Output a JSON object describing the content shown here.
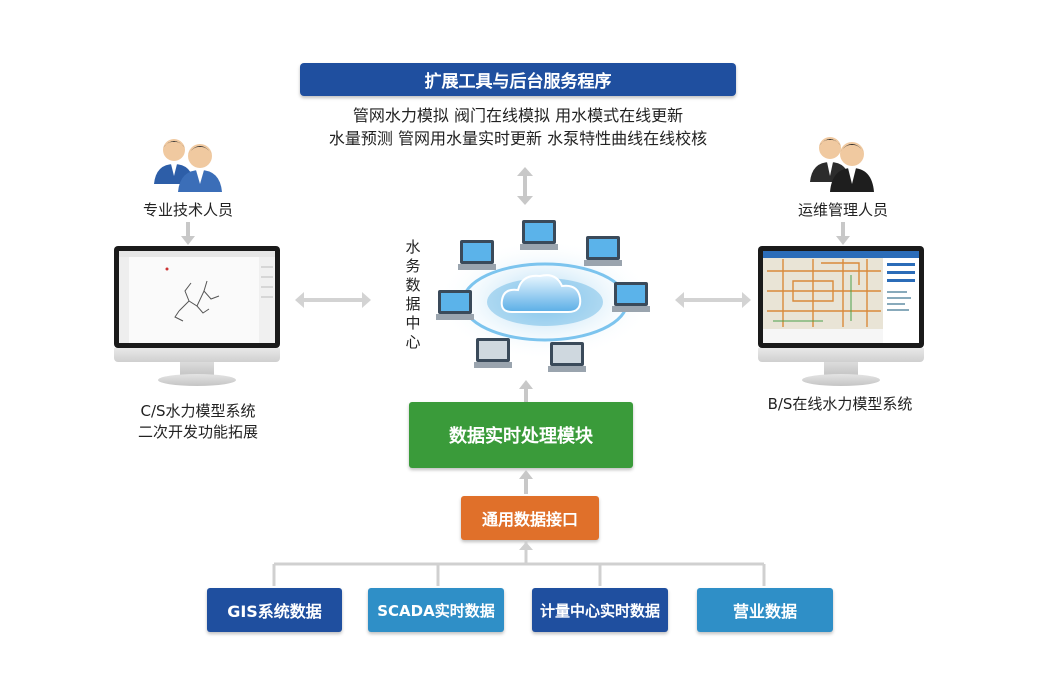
{
  "top_box": {
    "label": "扩展工具与后台服务程序",
    "color": "#1f4f9f"
  },
  "services": [
    "管网水力模拟  阀门在线模拟  用水模式在线更新",
    "水量预测  管网用水量实时更新   水泵特性曲线在线校核"
  ],
  "left_user": {
    "label": "专业技术人员",
    "icon": "users-icon"
  },
  "right_user": {
    "label": "运维管理人员",
    "icon": "users-icon"
  },
  "center_label": "水务数据中心",
  "left_system": {
    "line1": "C/S水力模型系统",
    "line2": "二次开发功能拓展"
  },
  "right_system": {
    "label": "B/S在线水力模型系统"
  },
  "processing_box": {
    "label": "数据实时处理模块",
    "color": "#3a9b3a"
  },
  "interface_box": {
    "label": "通用数据接口",
    "color": "#e0702a"
  },
  "sources": [
    {
      "label": "GIS系统数据",
      "color": "#1f4f9f"
    },
    {
      "label": "SCADA实时数据",
      "color": "#2f8fc7"
    },
    {
      "label": "计量中心实时数据",
      "color": "#1f4f9f"
    },
    {
      "label": "营业数据",
      "color": "#2f8fc7"
    }
  ]
}
